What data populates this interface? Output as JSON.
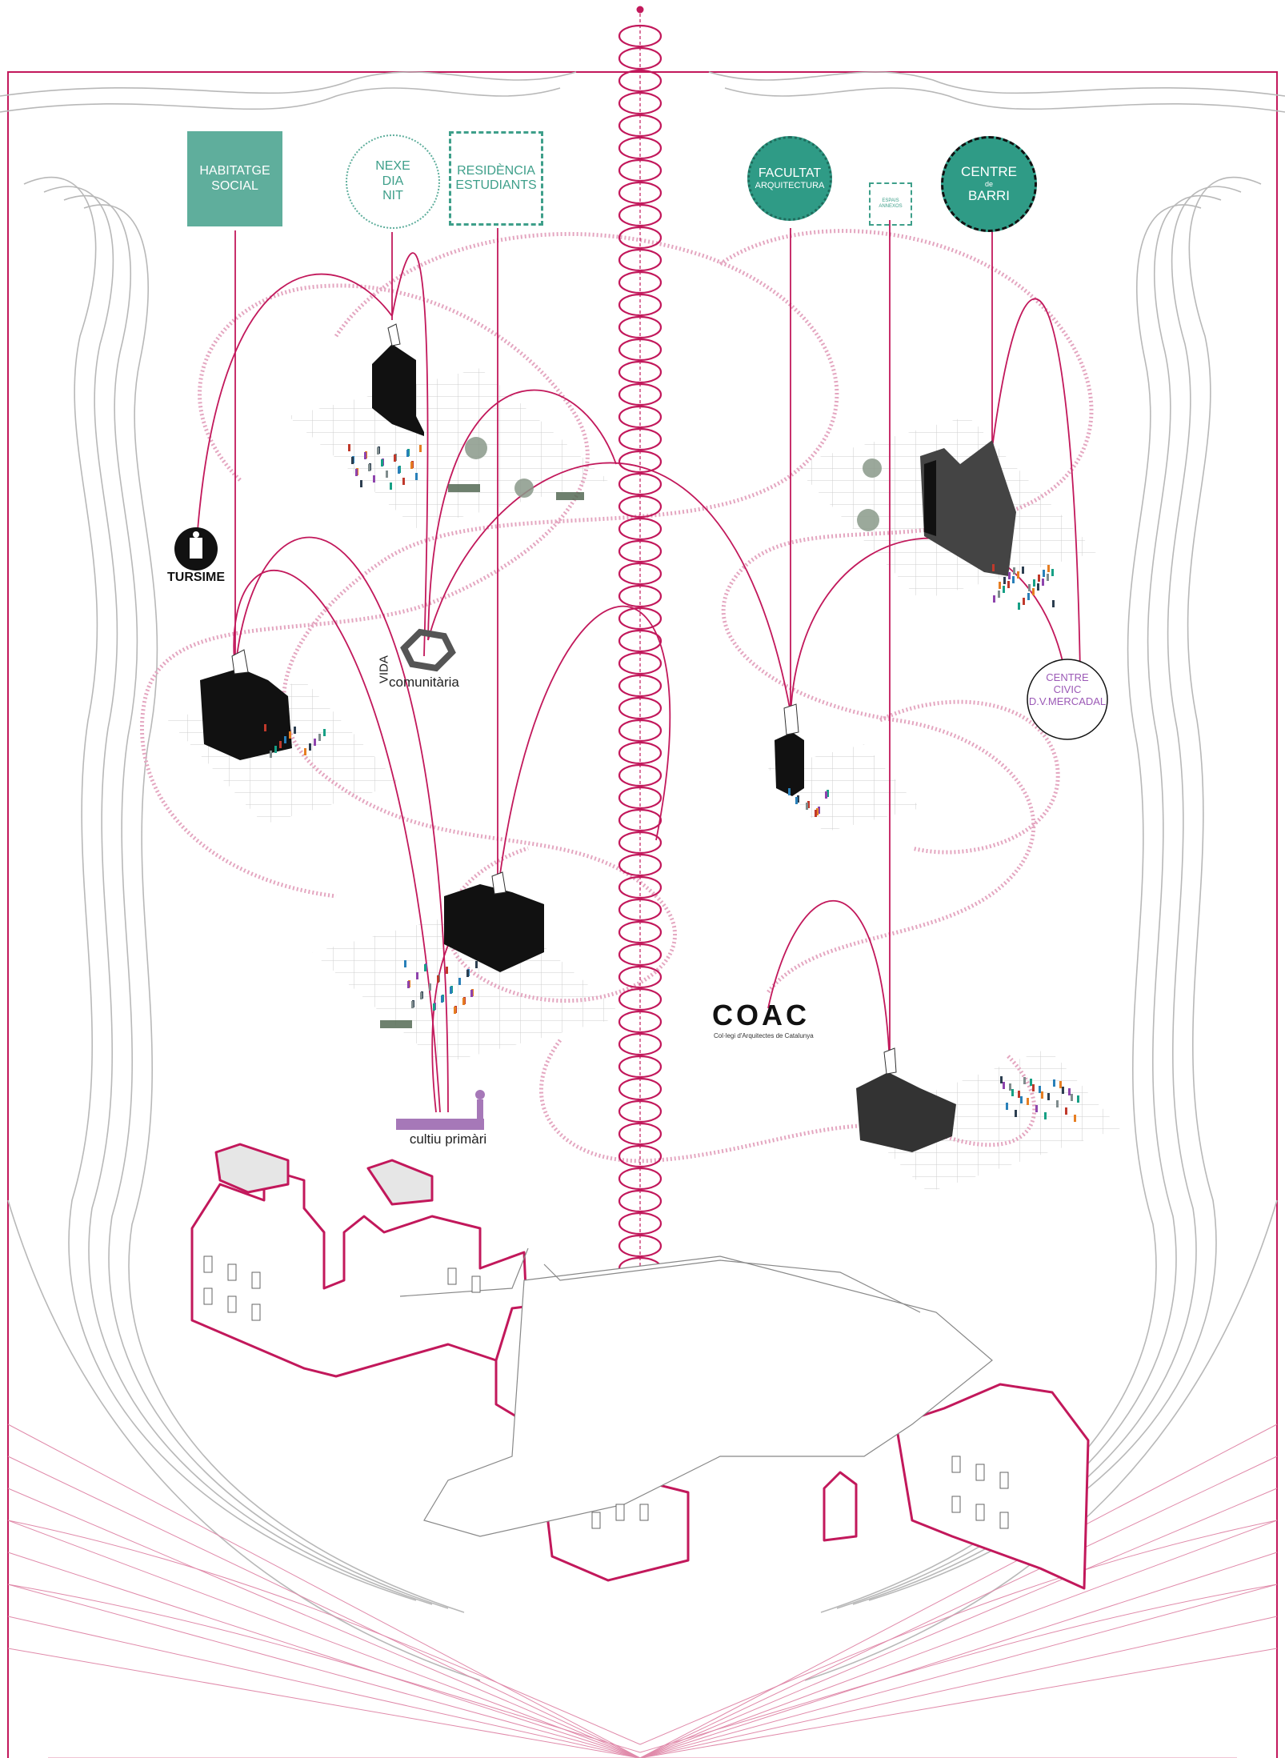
{
  "labels": {
    "habitatge_social": "HABITATGE\nSOCIAL",
    "nexe_dia_nit": "NEXE\nDIA\nNIT",
    "residencia_estudiants": "RESIDÈNCIA\nESTUDIANTS",
    "facultat": "FACULTAT",
    "arquitectura": "ARQUITECTURA",
    "espais_annexos": "ESPAIS\nANNEXOS",
    "centre_barri_top": "CENTRE",
    "centre_barri_de": "de",
    "centre_barri_bottom": "BARRI",
    "turisme": "TURSIME",
    "vida": "VIDA",
    "comunitaria": "comunitària",
    "centre_civic": "CENTRE\nCIVIC\nD.V.MERCADAL",
    "coac": "COAC",
    "coac_sub": "Col·legi d'Arquitectes de Catalunya",
    "cultiu_primari": "cultiu primàri"
  },
  "colors": {
    "magenta": "#c2185b",
    "pink_light": "#e8a3bf",
    "teal": "#2f9b86",
    "teal_light": "#5fae9c",
    "contour": "#b5b5b5"
  }
}
